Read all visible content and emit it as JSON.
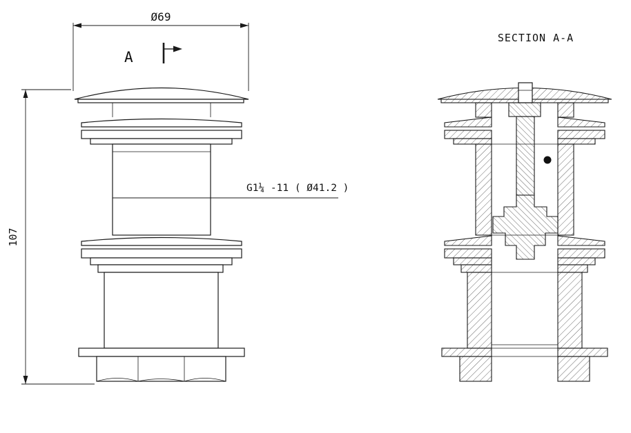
{
  "drawing": {
    "colors": {
      "line": "#1a1a1a",
      "background": "#ffffff"
    },
    "front_view": {
      "dim_diameter": "Ø69",
      "dim_height": "107",
      "section_cut_label": "A",
      "thread_callout": "G1¼ -11 ( Ø41.2 )"
    },
    "section_view": {
      "title": "SECTION A-A"
    }
  }
}
